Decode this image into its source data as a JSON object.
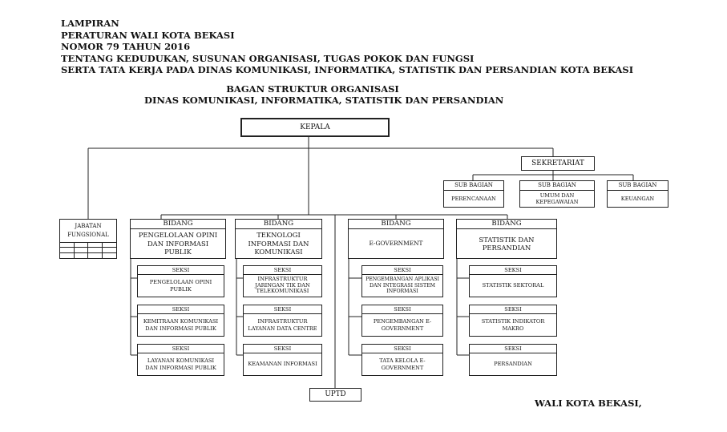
{
  "header": {
    "line1": "LAMPIRAN",
    "line2": "PERATURAN WALI KOTA BEKASI",
    "line3": "NOMOR 79 TAHUN 2016",
    "line4": "TENTANG KEDUDUKAN, SUSUNAN ORGANISASI, TUGAS POKOK DAN FUNGSI",
    "line5": "SERTA TATA KERJA PADA DINAS KOMUNIKASI, INFORMATIKA, STATISTIK DAN PERSANDIAN KOTA BEKASI"
  },
  "chart_title": {
    "line1": "BAGAN STRUKTUR ORGANISASI",
    "line2": "DINAS KOMUNIKASI, INFORMATIKA, STATISTIK DAN PERSANDIAN"
  },
  "org": {
    "kepala": "KEPALA",
    "sekretariat": "SEKRETARIAT",
    "sub_bagian": [
      {
        "caption": "SUB BAGIAN",
        "line1": "PERENCANAAN",
        "line2": ""
      },
      {
        "caption": "SUB BAGIAN",
        "line1": "UMUM DAN",
        "line2": "KEPEGAWAIAN"
      },
      {
        "caption": "SUB BAGIAN",
        "line1": "KEUANGAN",
        "line2": ""
      }
    ],
    "jabatan_fungsional": {
      "line1": "JABATAN",
      "line2": "FUNGSIONAL"
    },
    "bidang": [
      {
        "caption": "BIDANG",
        "lines": [
          "PENGELOLAAN OPINI",
          "DAN INFORMASI",
          "PUBLIK"
        ],
        "seksi": [
          {
            "caption": "SEKSI",
            "lines": [
              "PENGELOLAAN OPINI",
              "PUBLIK",
              ""
            ]
          },
          {
            "caption": "SEKSI",
            "lines": [
              "KEMITRAAN KOMUNIKASI",
              "DAN INFORMASI PUBLIK",
              ""
            ]
          },
          {
            "caption": "SEKSI",
            "lines": [
              "LAYANAN KOMUNIKASI",
              "DAN INFORMASI PUBLIK",
              ""
            ]
          }
        ]
      },
      {
        "caption": "BIDANG",
        "lines": [
          "TEKNOLOGI",
          "INFORMASI DAN",
          "KOMUNIKASI"
        ],
        "seksi": [
          {
            "caption": "SEKSI",
            "lines": [
              "INFRASTRUKTUR",
              "JARINGAN TIK DAN",
              "TELEKOMUNIKASI"
            ]
          },
          {
            "caption": "SEKSI",
            "lines": [
              "INFRASTRUKTUR",
              "LAYANAN DATA CENTRE",
              ""
            ]
          },
          {
            "caption": "SEKSI",
            "lines": [
              "KEAMANAN INFORMASI",
              "",
              ""
            ]
          }
        ]
      },
      {
        "caption": "BIDANG",
        "lines": [
          "E-GOVERNMENT",
          "",
          ""
        ],
        "seksi": [
          {
            "caption": "SEKSI",
            "lines": [
              "PENGEMBANGAN APLIKASI",
              "DAN INTEGRASI SISTEM",
              "INFORMASI"
            ]
          },
          {
            "caption": "SEKSI",
            "lines": [
              "PENGEMBANGAN E-",
              "GOVERNMENT",
              ""
            ]
          },
          {
            "caption": "SEKSI",
            "lines": [
              "TATA KELOLA E-",
              "GOVERNMENT",
              ""
            ]
          }
        ]
      },
      {
        "caption": "BIDANG",
        "lines": [
          "STATISTIK DAN",
          "PERSANDIAN",
          ""
        ],
        "seksi": [
          {
            "caption": "SEKSI",
            "lines": [
              "STATISTIK SEKTORAL",
              "",
              ""
            ]
          },
          {
            "caption": "SEKSI",
            "lines": [
              "STATISTIK INDIKATOR",
              "MAKRO",
              ""
            ]
          },
          {
            "caption": "SEKSI",
            "lines": [
              "PERSANDIAN",
              "",
              ""
            ]
          }
        ]
      }
    ],
    "uptd": "UPTD"
  },
  "signature": "WALI KOTA BEKASI,",
  "colors": {
    "ink": "#222222",
    "paper": "#ffffff"
  }
}
